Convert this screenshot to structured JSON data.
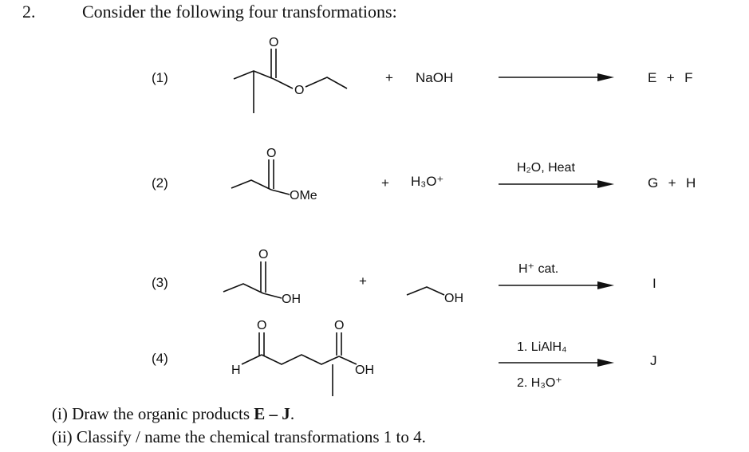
{
  "question": {
    "number": "2.",
    "prompt": "Consider the following four transformations:"
  },
  "reactions": [
    {
      "label": "(1)",
      "structure_label": "",
      "reagent": "NaOH",
      "plus": "+",
      "conditions": [],
      "products": "E  +  F"
    },
    {
      "label": "(2)",
      "structure_label": "OMe",
      "reagent": "H₃O⁺",
      "plus": "+",
      "conditions": [
        "H₂O, Heat"
      ],
      "products": "G  +  H"
    },
    {
      "label": "(3)",
      "structure_label": "OH",
      "reagent2_label": "OH",
      "plus": "+",
      "conditions": [
        "H⁺ cat."
      ],
      "products": "I"
    },
    {
      "label": "(4)",
      "structure_label_left": "H",
      "structure_label_right": "OH",
      "conditions": [
        "1. LiAlH₄",
        "2. H₃O⁺"
      ],
      "products": "J"
    }
  ],
  "atoms": {
    "oxygen": "O"
  },
  "tasks": [
    {
      "prefix": "(i) Draw the organic products ",
      "bold": "E – J",
      "suffix": "."
    },
    {
      "prefix": "(ii) Classify / name the chemical transformations 1 to 4.",
      "bold": "",
      "suffix": ""
    }
  ]
}
